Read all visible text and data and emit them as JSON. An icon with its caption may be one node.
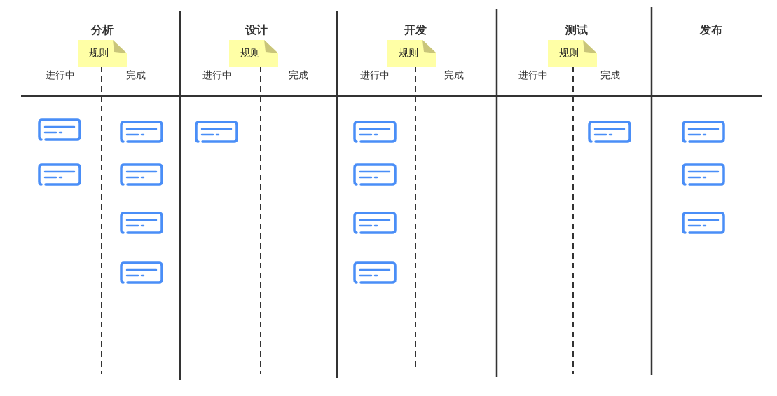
{
  "diagram": {
    "nodes": [
      {
        "text": [
          "规则"
        ]
      },
      {
        "text": [
          "规则"
        ]
      },
      {
        "text": [
          "规则"
        ]
      },
      {
        "text": [
          "规则"
        ]
      },
      {
        "text": [],
        "shape": "box"
      },
      {
        "text": [],
        "shape": "box"
      },
      {
        "text": [],
        "shape": "box"
      },
      {
        "text": [],
        "shape": "box"
      },
      {
        "text": [],
        "shape": "box"
      },
      {
        "text": [],
        "shape": "box"
      },
      {
        "text": [],
        "shape": "box"
      },
      {
        "text": [],
        "shape": "box"
      },
      {
        "text": [],
        "shape": "box"
      },
      {
        "text": [],
        "shape": "box"
      },
      {
        "text": [],
        "shape": "box"
      },
      {
        "text": [],
        "shape": "box"
      },
      {
        "text": [],
        "shape": "box"
      },
      {
        "text": [],
        "shape": "box"
      },
      {
        "text": [],
        "shape": "box"
      }
    ],
    "labels": [
      "分析",
      "设计",
      "开发",
      "测试",
      "发布",
      "进行中",
      "完成",
      "进行中",
      "完成",
      "进行中",
      "完成",
      "进行中",
      "完成"
    ]
  }
}
